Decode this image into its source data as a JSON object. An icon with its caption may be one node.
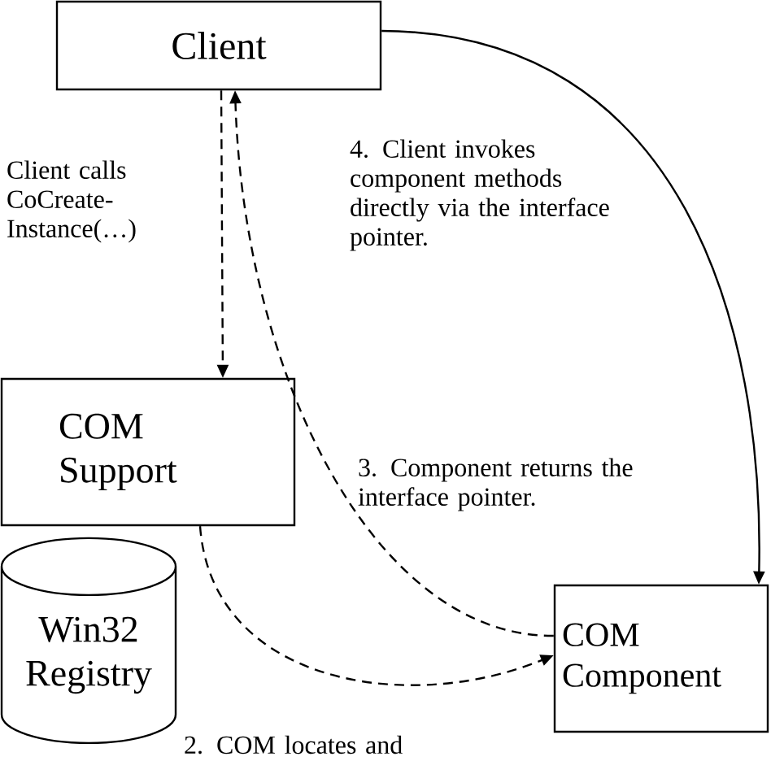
{
  "diagram": {
    "nodes": [
      {
        "text": [
          "Client"
        ]
      },
      {
        "text": [
          "COM Support"
        ]
      },
      {
        "text": [
          "Win32 Registry"
        ]
      },
      {
        "text": [
          "COM Component"
        ]
      }
    ],
    "edges": [
      {
        "from": 0,
        "to": 1,
        "arrow": "to",
        "style": "dashed",
        "label": "Client calls CoCreate-Instance(…)"
      },
      {
        "from": 3,
        "to": 0,
        "arrow": "to",
        "style": "dashed",
        "label": "3. Component returns the interface pointer."
      },
      {
        "from": 1,
        "to": 3,
        "arrow": "to",
        "style": "dashed",
        "label": "2. COM locates and"
      },
      {
        "from": 0,
        "to": 3,
        "arrow": "to",
        "label": "4. Client invokes component methods directly via the interface pointer."
      }
    ]
  }
}
